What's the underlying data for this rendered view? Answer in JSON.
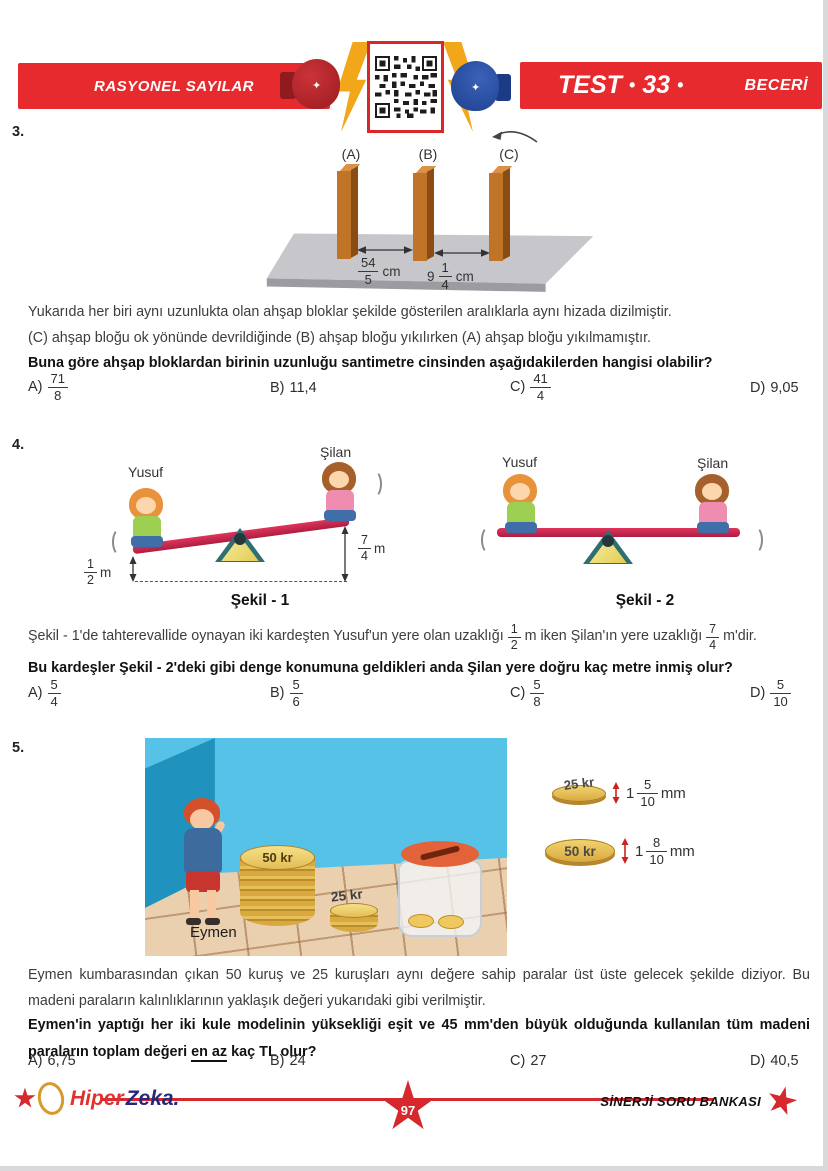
{
  "header": {
    "topic": "RASYONEL SAYILAR",
    "test_word": "TEST",
    "bullet": "•",
    "test_number": "33",
    "badge": "BECERİ"
  },
  "q3": {
    "number": "3.",
    "figure": {
      "labels": [
        "(A)",
        "(B)",
        "(C)"
      ],
      "gap1": {
        "num": "54",
        "den": "5",
        "unit": "cm"
      },
      "gap2": {
        "whole": "9",
        "num": "1",
        "den": "4",
        "unit": "cm"
      }
    },
    "line1": "Yukarıda her biri aynı uzunlukta olan ahşap bloklar şekilde gösterilen aralıklarla aynı hizada dizilmiştir.",
    "line2": "(C) ahşap bloğu ok yönünde devrildiğinde (B) ahşap bloğu yıkılırken (A) ahşap bloğu yıkılmamıştır.",
    "question": "Buna göre ahşap bloklardan birinin uzunluğu santimetre cinsinden aşağıdakilerden hangisi olabilir?",
    "answers": [
      {
        "label": "A)",
        "num": "71",
        "den": "8"
      },
      {
        "label": "B)",
        "value": "11,4"
      },
      {
        "label": "C)",
        "num": "41",
        "den": "4"
      },
      {
        "label": "D)",
        "value": "9,05"
      }
    ]
  },
  "q4": {
    "number": "4.",
    "fig1": {
      "left_name": "Yusuf",
      "right_name": "Şilan",
      "left_frac": {
        "num": "1",
        "den": "2",
        "unit": "m"
      },
      "right_frac": {
        "num": "7",
        "den": "4",
        "unit": "m"
      },
      "caption": "Şekil - 1"
    },
    "fig2": {
      "left_name": "Yusuf",
      "right_name": "Şilan",
      "caption": "Şekil - 2"
    },
    "text": {
      "p1": "Şekil - 1'de tahterevallide oynayan iki kardeşten Yusuf'un yere olan uzaklığı",
      "f1": {
        "num": "1",
        "den": "2"
      },
      "p2": "m iken Şilan'ın yere uzaklığı",
      "f2": {
        "num": "7",
        "den": "4"
      },
      "p3": "m'dir."
    },
    "question": "Bu kardeşler Şekil - 2'deki gibi denge konumuna geldikleri anda Şilan yere doğru kaç metre inmiş olur?",
    "answers": [
      {
        "label": "A)",
        "num": "5",
        "den": "4"
      },
      {
        "label": "B)",
        "num": "5",
        "den": "6"
      },
      {
        "label": "C)",
        "num": "5",
        "den": "8"
      },
      {
        "label": "D)",
        "num": "5",
        "den": "10"
      }
    ]
  },
  "q5": {
    "number": "5.",
    "scene": {
      "boy_name": "Eymen",
      "stack_big_label": "50 kr",
      "stack_small_label": "25 kr"
    },
    "coin_info": [
      {
        "coin_label": "25 kr",
        "whole": "1",
        "num": "5",
        "den": "10",
        "unit": "mm"
      },
      {
        "coin_label": "50 kr",
        "whole": "1",
        "num": "8",
        "den": "10",
        "unit": "mm"
      }
    ],
    "line1": "Eymen kumbarasından çıkan 50 kuruş ve 25 kuruşları aynı değere sahip paralar üst üste gelecek şekilde diziyor. Bu madeni paraların kalınlıklarının yaklaşık değeri yukarıdaki gibi verilmiştir.",
    "question": {
      "p1": "Eymen'in yaptığı her iki kule modelinin yüksekliği eşit ve 45 mm'den büyük olduğunda kullanılan tüm madeni paraların toplam değeri",
      "underlined": "en az",
      "p2": "kaç TL olur?"
    },
    "answers": [
      {
        "label": "A)",
        "value": "6,75"
      },
      {
        "label": "B)",
        "value": "24"
      },
      {
        "label": "C)",
        "value": "27"
      },
      {
        "label": "D)",
        "value": "40,5"
      }
    ]
  },
  "footer": {
    "brand_part1": "Hiper",
    "brand_part2": "Zeka.",
    "page_number": "97",
    "right_text": "SİNERJİ SORU BANKASI"
  },
  "colors": {
    "ribbon_red": "#e62a2e",
    "plank_red": "#d42a50",
    "wall_light": "#56c2e8",
    "wall_dark": "#1f93be",
    "floor_tan": "#ead0ae",
    "coin_gold": "#d9a940",
    "block_brown": "#c07428"
  }
}
